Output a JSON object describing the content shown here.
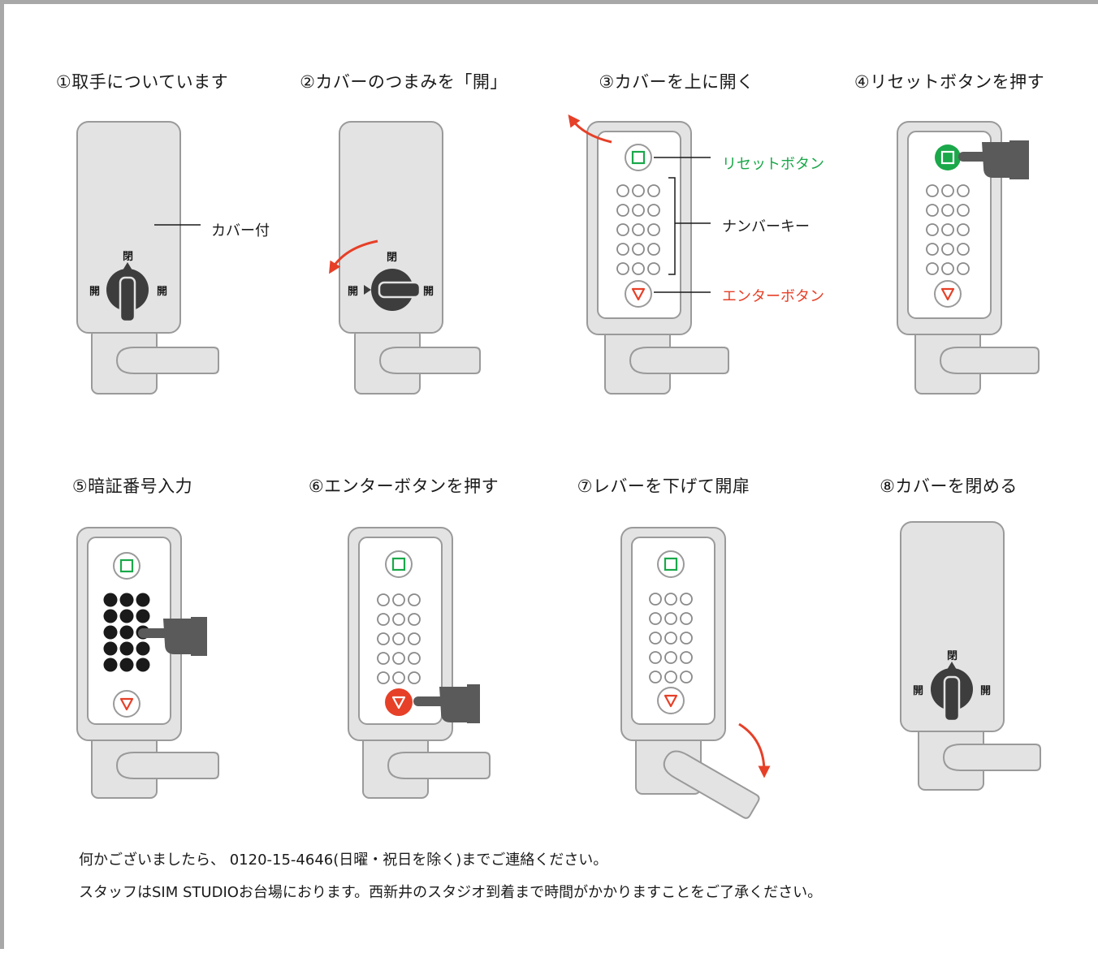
{
  "steps": [
    {
      "title": "①取手についています"
    },
    {
      "title": "②カバーのつまみを「開」"
    },
    {
      "title": "③カバーを上に開く"
    },
    {
      "title": "④リセットボタンを押す"
    },
    {
      "title": "⑤暗証番号入力"
    },
    {
      "title": "⑥エンターボタンを押す"
    },
    {
      "title": "⑦レバーを下げて開扉"
    },
    {
      "title": "⑧カバーを閉める"
    }
  ],
  "labels": {
    "cover": "カバー付",
    "reset": "リセットボタン",
    "number_keys": "ナンバーキー",
    "enter": "エンターボタン",
    "knob_closed": "閉",
    "knob_open": "開"
  },
  "colors": {
    "reset_green": "#1aa84a",
    "enter_red": "#e64028",
    "arrow_red": "#e64028"
  },
  "footer": {
    "line1": "何かございましたら、 0120-15-4646(日曜・祝日を除く)までご連絡ください。",
    "line2": "スタッフはSIM STUDIOお台場におります。西新井のスタジオ到着まで時間がかかりますことをご了承ください。"
  }
}
